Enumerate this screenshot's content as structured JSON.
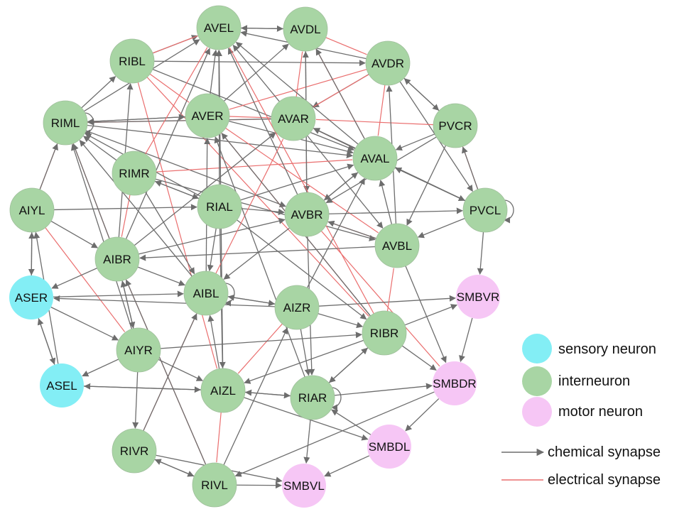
{
  "colors": {
    "sensory": "#83eef5",
    "interneuron": "#a8d5a4",
    "motor": "#f6c6f5",
    "node_stroke": "#9fbf9b",
    "chemical": "#6d6d6d",
    "electrical": "#ea6e6e"
  },
  "nodes": [
    {
      "id": "AVEL",
      "label": "AVEL",
      "type": "interneuron"
    },
    {
      "id": "AVDL",
      "label": "AVDL",
      "type": "interneuron"
    },
    {
      "id": "RIBL",
      "label": "RIBL",
      "type": "interneuron"
    },
    {
      "id": "AVDR",
      "label": "AVDR",
      "type": "interneuron"
    },
    {
      "id": "RIML",
      "label": "RIML",
      "type": "interneuron"
    },
    {
      "id": "AVER",
      "label": "AVER",
      "type": "interneuron"
    },
    {
      "id": "AVAR",
      "label": "AVAR",
      "type": "interneuron"
    },
    {
      "id": "PVCR",
      "label": "PVCR",
      "type": "interneuron"
    },
    {
      "id": "RIMR",
      "label": "RIMR",
      "type": "interneuron"
    },
    {
      "id": "AVAL",
      "label": "AVAL",
      "type": "interneuron"
    },
    {
      "id": "AIYL",
      "label": "AIYL",
      "type": "interneuron"
    },
    {
      "id": "RIAL",
      "label": "RIAL",
      "type": "interneuron"
    },
    {
      "id": "AVBR",
      "label": "AVBR",
      "type": "interneuron"
    },
    {
      "id": "PVCL",
      "label": "PVCL",
      "type": "interneuron"
    },
    {
      "id": "AVBL",
      "label": "AVBL",
      "type": "interneuron"
    },
    {
      "id": "AIBR",
      "label": "AIBR",
      "type": "interneuron"
    },
    {
      "id": "ASER",
      "label": "ASER",
      "type": "sensory"
    },
    {
      "id": "AIBL",
      "label": "AIBL",
      "type": "interneuron"
    },
    {
      "id": "AIZR",
      "label": "AIZR",
      "type": "interneuron"
    },
    {
      "id": "SMBVR",
      "label": "SMBVR",
      "type": "motor"
    },
    {
      "id": "AIYR",
      "label": "AIYR",
      "type": "interneuron"
    },
    {
      "id": "RIBR",
      "label": "RIBR",
      "type": "interneuron"
    },
    {
      "id": "ASEL",
      "label": "ASEL",
      "type": "sensory"
    },
    {
      "id": "AIZL",
      "label": "AIZL",
      "type": "interneuron"
    },
    {
      "id": "RIAR",
      "label": "RIAR",
      "type": "interneuron"
    },
    {
      "id": "SMBDR",
      "label": "SMBDR",
      "type": "motor"
    },
    {
      "id": "SMBDL",
      "label": "SMBDL",
      "type": "motor"
    },
    {
      "id": "RIVR",
      "label": "RIVR",
      "type": "interneuron"
    },
    {
      "id": "RIVL",
      "label": "RIVL",
      "type": "interneuron"
    },
    {
      "id": "SMBVL",
      "label": "SMBVL",
      "type": "motor"
    }
  ],
  "edges": [
    {
      "source": "AVEL",
      "target": "AVDL",
      "kind": "chemical"
    },
    {
      "source": "AVDL",
      "target": "AVEL",
      "kind": "chemical"
    },
    {
      "source": "RIBL",
      "target": "AVEL",
      "kind": "chemical"
    },
    {
      "source": "RIBL",
      "target": "AVDR",
      "kind": "chemical"
    },
    {
      "source": "RIBL",
      "target": "AVAL",
      "kind": "chemical"
    },
    {
      "source": "RIBL",
      "target": "AVEL",
      "kind": "electrical"
    },
    {
      "source": "RIBL",
      "target": "AVER",
      "kind": "electrical"
    },
    {
      "source": "RIBL",
      "target": "AIZL",
      "kind": "electrical"
    },
    {
      "source": "RIBL",
      "target": "RIBR",
      "kind": "electrical"
    },
    {
      "source": "AVDL",
      "target": "AVDR",
      "kind": "electrical"
    },
    {
      "source": "AVDL",
      "target": "AVAL",
      "kind": "electrical"
    },
    {
      "source": "AVDL",
      "target": "AVBR",
      "kind": "chemical"
    },
    {
      "source": "AVDR",
      "target": "AVEL",
      "kind": "chemical"
    },
    {
      "source": "AVDR",
      "target": "AVER",
      "kind": "electrical"
    },
    {
      "source": "AVDR",
      "target": "PVCR",
      "kind": "chemical"
    },
    {
      "source": "AVDR",
      "target": "AVAR",
      "kind": "chemical"
    },
    {
      "source": "AVDR",
      "target": "PVCL",
      "kind": "chemical"
    },
    {
      "source": "AVDR",
      "target": "AVAL",
      "kind": "electrical"
    },
    {
      "source": "RIML",
      "target": "RIBL",
      "kind": "chemical"
    },
    {
      "source": "RIML",
      "target": "AVEL",
      "kind": "chemical"
    },
    {
      "source": "RIML",
      "target": "AVER",
      "kind": "chemical"
    },
    {
      "source": "RIML",
      "target": "AVAR",
      "kind": "electrical"
    },
    {
      "source": "RIML",
      "target": "AVAL",
      "kind": "chemical"
    },
    {
      "source": "RIML",
      "target": "AVBR",
      "kind": "chemical"
    },
    {
      "source": "RIML",
      "target": "AIBR",
      "kind": "electrical"
    },
    {
      "source": "RIML",
      "target": "AIYL",
      "kind": "electrical"
    },
    {
      "source": "RIML",
      "target": "RIML",
      "kind": "self"
    },
    {
      "source": "AVER",
      "target": "AVEL",
      "kind": "chemical"
    },
    {
      "source": "AVER",
      "target": "AVDL",
      "kind": "chemical"
    },
    {
      "source": "AVER",
      "target": "AVAR",
      "kind": "electrical"
    },
    {
      "source": "AVER",
      "target": "AVAL",
      "kind": "chemical"
    },
    {
      "source": "AVER",
      "target": "AVBL",
      "kind": "electrical"
    },
    {
      "source": "AVER",
      "target": "RIBR",
      "kind": "electrical"
    },
    {
      "source": "AVER",
      "target": "RIML",
      "kind": "chemical"
    },
    {
      "source": "AVAR",
      "target": "AVEL",
      "kind": "chemical"
    },
    {
      "source": "AVAR",
      "target": "AVDL",
      "kind": "electrical"
    },
    {
      "source": "AVAR",
      "target": "AVDR",
      "kind": "electrical"
    },
    {
      "source": "AVAR",
      "target": "AVAL",
      "kind": "electrical"
    },
    {
      "source": "AVAR",
      "target": "AVBL",
      "kind": "chemical"
    },
    {
      "source": "AVAR",
      "target": "RIML",
      "kind": "chemical"
    },
    {
      "source": "PVCR",
      "target": "AVAR",
      "kind": "electrical"
    },
    {
      "source": "PVCR",
      "target": "AVAL",
      "kind": "chemical"
    },
    {
      "source": "PVCR",
      "target": "AVDR",
      "kind": "chemical"
    },
    {
      "source": "PVCR",
      "target": "PVCL",
      "kind": "electrical"
    },
    {
      "source": "PVCR",
      "target": "AVBL",
      "kind": "chemical"
    },
    {
      "source": "PVCR",
      "target": "AVBR",
      "kind": "chemical"
    },
    {
      "source": "RIMR",
      "target": "AVEL",
      "kind": "electrical"
    },
    {
      "source": "RIMR",
      "target": "AVAL",
      "kind": "electrical"
    },
    {
      "source": "RIMR",
      "target": "RIML",
      "kind": "chemical"
    },
    {
      "source": "RIMR",
      "target": "AVBL",
      "kind": "chemical"
    },
    {
      "source": "RIMR",
      "target": "AIBL",
      "kind": "chemical"
    },
    {
      "source": "RIMR",
      "target": "RIAL",
      "kind": "chemical"
    },
    {
      "source": "RIMR",
      "target": "AIBR",
      "kind": "electrical"
    },
    {
      "source": "AVAL",
      "target": "AVEL",
      "kind": "chemical"
    },
    {
      "source": "AVAL",
      "target": "AVDL",
      "kind": "chemical"
    },
    {
      "source": "AVAL",
      "target": "AVAR",
      "kind": "chemical"
    },
    {
      "source": "AVAL",
      "target": "PVCL",
      "kind": "chemical"
    },
    {
      "source": "AVAL",
      "target": "AVBR",
      "kind": "chemical"
    },
    {
      "source": "AIYL",
      "target": "RIAL",
      "kind": "chemical"
    },
    {
      "source": "AIYL",
      "target": "AIBR",
      "kind": "chemical"
    },
    {
      "source": "AIYL",
      "target": "ASER",
      "kind": "chemical"
    },
    {
      "source": "AIYL",
      "target": "RIML",
      "kind": "chemical"
    },
    {
      "source": "AIYL",
      "target": "AIYR",
      "kind": "electrical"
    },
    {
      "source": "RIAL",
      "target": "AVEL",
      "kind": "chemical"
    },
    {
      "source": "RIAL",
      "target": "AVAL",
      "kind": "chemical"
    },
    {
      "source": "RIAL",
      "target": "AVBR",
      "kind": "chemical"
    },
    {
      "source": "RIAL",
      "target": "AIBL",
      "kind": "chemical"
    },
    {
      "source": "RIAL",
      "target": "RIML",
      "kind": "chemical"
    },
    {
      "source": "RIAL",
      "target": "RIMR",
      "kind": "chemical"
    },
    {
      "source": "RIAL",
      "target": "AIZL",
      "kind": "chemical"
    },
    {
      "source": "RIAL",
      "target": "RIBR",
      "kind": "chemical"
    },
    {
      "source": "AVBR",
      "target": "AVEL",
      "kind": "chemical"
    },
    {
      "source": "AVBR",
      "target": "AVAL",
      "kind": "chemical"
    },
    {
      "source": "AVBR",
      "target": "PVCL",
      "kind": "chemical"
    },
    {
      "source": "AVBR",
      "target": "AVBL",
      "kind": "electrical"
    },
    {
      "source": "AVBR",
      "target": "AVDL",
      "kind": "chemical"
    },
    {
      "source": "AVBR",
      "target": "AIBL",
      "kind": "chemical"
    },
    {
      "source": "AVBR",
      "target": "RIAR",
      "kind": "chemical"
    },
    {
      "source": "AVBR",
      "target": "SMBDR",
      "kind": "electrical"
    },
    {
      "source": "PVCL",
      "target": "AVAR",
      "kind": "chemical"
    },
    {
      "source": "PVCL",
      "target": "AVAL",
      "kind": "chemical"
    },
    {
      "source": "PVCL",
      "target": "AVBL",
      "kind": "chemical"
    },
    {
      "source": "PVCL",
      "target": "PVCR",
      "kind": "chemical"
    },
    {
      "source": "PVCL",
      "target": "SMBVR",
      "kind": "chemical"
    },
    {
      "source": "PVCL",
      "target": "PVCL",
      "kind": "self"
    },
    {
      "source": "AVBL",
      "target": "AVDR",
      "kind": "chemical"
    },
    {
      "source": "AVBL",
      "target": "AVAL",
      "kind": "chemical"
    },
    {
      "source": "AVBL",
      "target": "AVBR",
      "kind": "chemical"
    },
    {
      "source": "AVBL",
      "target": "AIBR",
      "kind": "chemical"
    },
    {
      "source": "AVBL",
      "target": "SMBDR",
      "kind": "chemical"
    },
    {
      "source": "AIBR",
      "target": "AVEL",
      "kind": "chemical"
    },
    {
      "source": "AIBR",
      "target": "RIBL",
      "kind": "chemical"
    },
    {
      "source": "AIBR",
      "target": "RIML",
      "kind": "chemical"
    },
    {
      "source": "AIBR",
      "target": "ASER",
      "kind": "chemical"
    },
    {
      "source": "AIBR",
      "target": "AIYR",
      "kind": "chemical"
    },
    {
      "source": "AIBR",
      "target": "AIBL",
      "kind": "chemical"
    },
    {
      "source": "AIBR",
      "target": "AVAR",
      "kind": "chemical"
    },
    {
      "source": "AIBR",
      "target": "AVBR",
      "kind": "chemical"
    },
    {
      "source": "AIBR",
      "target": "RIVL",
      "kind": "electrical"
    },
    {
      "source": "ASER",
      "target": "AIYL",
      "kind": "chemical"
    },
    {
      "source": "ASER",
      "target": "AIBL",
      "kind": "chemical"
    },
    {
      "source": "ASER",
      "target": "AIYR",
      "kind": "chemical"
    },
    {
      "source": "ASER",
      "target": "ASEL",
      "kind": "chemical"
    },
    {
      "source": "AIBL",
      "target": "AVER",
      "kind": "chemical"
    },
    {
      "source": "AIBL",
      "target": "RIML",
      "kind": "chemical"
    },
    {
      "source": "AIBL",
      "target": "AVAR",
      "kind": "electrical"
    },
    {
      "source": "AIBL",
      "target": "AIZR",
      "kind": "chemical"
    },
    {
      "source": "AIBL",
      "target": "RIVR",
      "kind": "electrical"
    },
    {
      "source": "AIBL",
      "target": "AIBL",
      "kind": "self"
    },
    {
      "source": "AIZR",
      "target": "AIBL",
      "kind": "chemical"
    },
    {
      "source": "AIZR",
      "target": "AVAL",
      "kind": "chemical"
    },
    {
      "source": "AIZR",
      "target": "SMBVR",
      "kind": "chemical"
    },
    {
      "source": "AIZR",
      "target": "RIAR",
      "kind": "chemical"
    },
    {
      "source": "AIZR",
      "target": "ASER",
      "kind": "chemical"
    },
    {
      "source": "AIZR",
      "target": "RIBR",
      "kind": "chemical"
    },
    {
      "source": "AIZR",
      "target": "AIZL",
      "kind": "electrical"
    },
    {
      "source": "AIYR",
      "target": "AIBR",
      "kind": "chemical"
    },
    {
      "source": "AIYR",
      "target": "RIBR",
      "kind": "chemical"
    },
    {
      "source": "AIYR",
      "target": "ASEL",
      "kind": "chemical"
    },
    {
      "source": "AIYR",
      "target": "AIZL",
      "kind": "chemical"
    },
    {
      "source": "AIYR",
      "target": "RIVR",
      "kind": "chemical"
    },
    {
      "source": "AIYR",
      "target": "RIML",
      "kind": "chemical"
    },
    {
      "source": "RIBR",
      "target": "AVEL",
      "kind": "electrical"
    },
    {
      "source": "RIBR",
      "target": "AVBL",
      "kind": "electrical"
    },
    {
      "source": "RIBR",
      "target": "SMBDR",
      "kind": "chemical"
    },
    {
      "source": "RIBR",
      "target": "SMBVR",
      "kind": "chemical"
    },
    {
      "source": "RIBR",
      "target": "RIAR",
      "kind": "chemical"
    },
    {
      "source": "RIBR",
      "target": "AVER",
      "kind": "chemical"
    },
    {
      "source": "RIBR",
      "target": "AIZL",
      "kind": "chemical"
    },
    {
      "source": "ASEL",
      "target": "AIZL",
      "kind": "chemical"
    },
    {
      "source": "ASEL",
      "target": "ASER",
      "kind": "chemical"
    },
    {
      "source": "ASEL",
      "target": "AIYL",
      "kind": "chemical"
    },
    {
      "source": "AIZL",
      "target": "AIBL",
      "kind": "chemical"
    },
    {
      "source": "AIZL",
      "target": "AVEL",
      "kind": "chemical"
    },
    {
      "source": "AIZL",
      "target": "RIAR",
      "kind": "chemical"
    },
    {
      "source": "AIZL",
      "target": "ASEL",
      "kind": "chemical"
    },
    {
      "source": "AIZL",
      "target": "SMBDL",
      "kind": "chemical"
    },
    {
      "source": "AIZL",
      "target": "RIVL",
      "kind": "electrical"
    },
    {
      "source": "RIAR",
      "target": "SMBDR",
      "kind": "chemical"
    },
    {
      "source": "RIAR",
      "target": "AIZL",
      "kind": "chemical"
    },
    {
      "source": "RIAR",
      "target": "RIBR",
      "kind": "chemical"
    },
    {
      "source": "RIAR",
      "target": "AVER",
      "kind": "chemical"
    },
    {
      "source": "RIAR",
      "target": "SMBVL",
      "kind": "chemical"
    },
    {
      "source": "RIAR",
      "target": "RIAR",
      "kind": "self"
    },
    {
      "source": "SMBVR",
      "target": "SMBDR",
      "kind": "chemical"
    },
    {
      "source": "SMBDR",
      "target": "SMBDL",
      "kind": "chemical"
    },
    {
      "source": "SMBDR",
      "target": "RIVL",
      "kind": "chemical"
    },
    {
      "source": "SMBDL",
      "target": "SMBVL",
      "kind": "chemical"
    },
    {
      "source": "SMBDL",
      "target": "RIAR",
      "kind": "chemical"
    },
    {
      "source": "RIVR",
      "target": "RIVL",
      "kind": "chemical"
    },
    {
      "source": "RIVR",
      "target": "SMBVL",
      "kind": "chemical"
    },
    {
      "source": "RIVR",
      "target": "AIBL",
      "kind": "chemical"
    },
    {
      "source": "RIVL",
      "target": "SMBVL",
      "kind": "chemical"
    },
    {
      "source": "RIVL",
      "target": "RIVR",
      "kind": "chemical"
    },
    {
      "source": "RIVL",
      "target": "AIBR",
      "kind": "chemical"
    },
    {
      "source": "RIVL",
      "target": "AIZR",
      "kind": "chemical"
    }
  ],
  "legend": {
    "sensory_label": "sensory neuron",
    "interneuron_label": "interneuron",
    "motor_label": "motor neuron",
    "chemical_label": "chemical synapse",
    "electrical_label": "electrical synapse"
  }
}
